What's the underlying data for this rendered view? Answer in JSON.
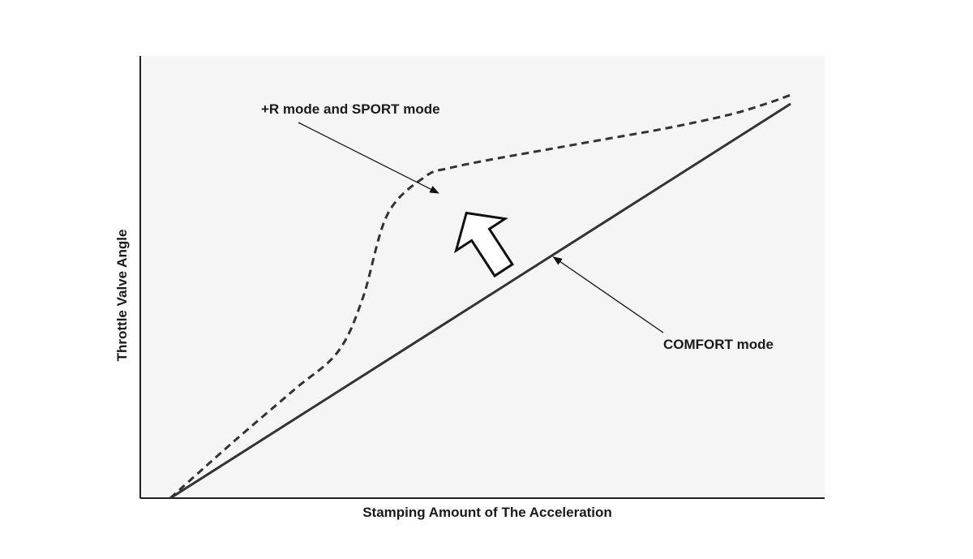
{
  "chart_data": {
    "type": "line",
    "title": "",
    "xlabel": "Stamping Amount of The Acceleration",
    "ylabel": "Throttle Valve Angle",
    "xlim": [
      0,
      100
    ],
    "ylim": [
      0,
      100
    ],
    "grid": false,
    "colors": {
      "plot_bg": "#f4f5f4",
      "axis": "#222222",
      "line": "#333333"
    },
    "series": [
      {
        "name": "+R mode and SPORT mode",
        "style": "dashed",
        "x": [
          0,
          10,
          20,
          27,
          31,
          35,
          41,
          45,
          52,
          60,
          70,
          80,
          90,
          96,
          100
        ],
        "y": [
          0,
          12.5,
          24.5,
          33,
          45,
          64,
          72.5,
          74.5,
          76.5,
          78.5,
          81,
          83.5,
          86.5,
          89,
          91
        ]
      },
      {
        "name": "COMFORT mode",
        "style": "solid",
        "x": [
          0,
          100
        ],
        "y": [
          0,
          89
        ]
      }
    ],
    "annotations": [
      {
        "text": "+R mode and SPORT mode",
        "series": 0,
        "x": 43.5,
        "y": 68.5
      },
      {
        "text": "COMFORT mode",
        "series": 1,
        "x": 61.5,
        "y": 54.8
      }
    ],
    "arrow_icon": "up-arrow-icon"
  }
}
